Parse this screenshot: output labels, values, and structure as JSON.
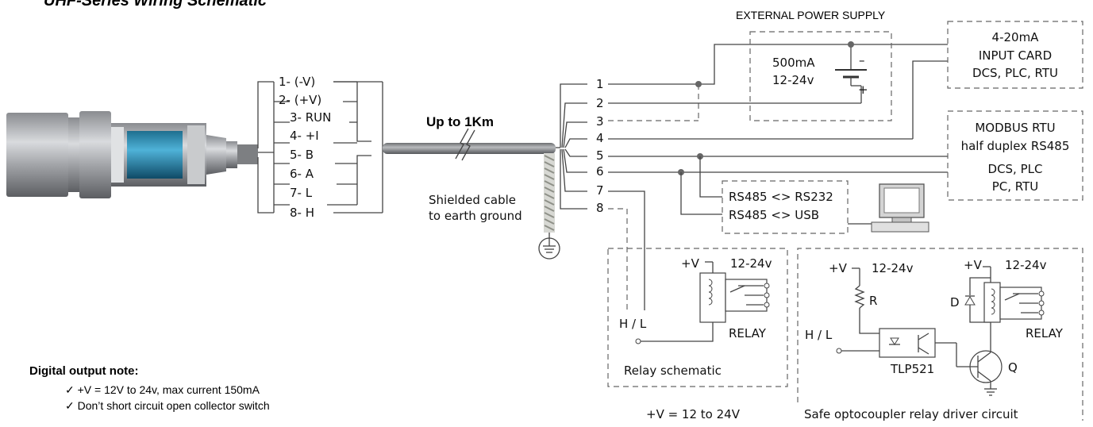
{
  "title": "UHF-Series Wiring Schematic",
  "sensor_pins": [
    "1- (-V)",
    "2- (+V)",
    "3- RUN",
    "4- +I",
    "5- B",
    "6- A",
    "7- L",
    "8- H"
  ],
  "cable": {
    "label": "Up to 1Km",
    "shield_line1": "Shielded cable",
    "shield_line2": "to earth ground"
  },
  "terminal_numbers": [
    "1",
    "2",
    "3",
    "4",
    "5",
    "6",
    "7",
    "8"
  ],
  "power_supply": {
    "label": "EXTERNAL POWER SUPPLY",
    "current": "500mA",
    "voltage": "12-24v",
    "minus": "–",
    "plus": "+"
  },
  "input_card": {
    "line1": "4-20mA",
    "line2": "INPUT CARD",
    "line3": "DCS, PLC, RTU"
  },
  "modbus": {
    "line1": "MODBUS RTU",
    "line2": "half duplex RS485",
    "line3": "DCS, PLC",
    "line4": "PC, RTU"
  },
  "converters": {
    "rs232": "RS485 <> RS232",
    "usb": "RS485 <> USB"
  },
  "relay_schematic": {
    "vplus": "+V",
    "supply": "12-24v",
    "hl": "H / L",
    "relay": "RELAY",
    "caption": "Relay schematic",
    "note": "+V = 12 to 24V"
  },
  "opto_circuit": {
    "vplus_left": "+V",
    "supply_left": "12-24v",
    "r": "R",
    "vplus_right": "+V",
    "supply_right": "12-24v",
    "d": "D",
    "relay": "RELAY",
    "hl": "H / L",
    "tlp": "TLP521",
    "q": "Q",
    "caption": "Safe optocoupler relay driver circuit"
  },
  "notes": {
    "heading": "Digital output note:",
    "items": [
      "✓ +V = 12V to 24v, max current 150mA",
      "✓ Don’t short circuit open collector switch"
    ]
  }
}
